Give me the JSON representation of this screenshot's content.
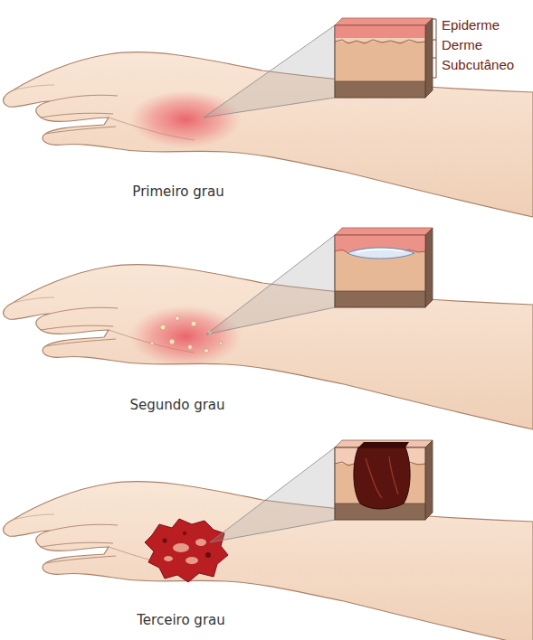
{
  "diagram": {
    "labels": [
      "Epiderme",
      "Derme",
      "Subcutâneo",
      "Primeiro grau",
      "Segundo grau",
      "Terceiro grau"
    ]
  }
}
